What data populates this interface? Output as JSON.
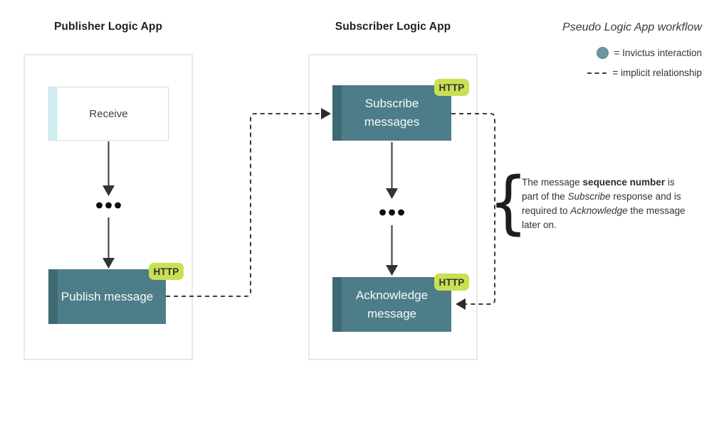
{
  "publisher": {
    "title": "Publisher Logic App",
    "receive_label": "Receive",
    "publish_label": "Publish message"
  },
  "subscriber": {
    "title": "Subscriber Logic App",
    "subscribe_label": "Subscribe messages",
    "acknowledge_label": "Acknowledge message"
  },
  "badges": {
    "http": "HTTP"
  },
  "legend": {
    "title": "Pseudo Logic App workflow",
    "invictus_label": "= Invictus interaction",
    "implicit_label": "= implicit relationship"
  },
  "annotation": {
    "line1_pre": "The message ",
    "line1_bold": "sequence number",
    "line1_post": " is",
    "line2_pre": "part of the ",
    "line2_italic": "Subscribe",
    "line2_post": " response and is",
    "line3_pre": "required to ",
    "line3_italic": "Acknowledge",
    "line3_post": " the message",
    "line4": "later on."
  },
  "icons": {
    "ellipsis": "more-steps-ellipsis",
    "legend_circle": "invictus-interaction-dot",
    "legend_dashes": "implicit-relationship-dashes",
    "brace": "annotation-brace"
  },
  "colors": {
    "teal": "#4d7d88",
    "teal_dark": "#3f6a73",
    "badge_green": "#c9e052",
    "receive_accent": "#cdeef2",
    "container_border": "#e8e8e8",
    "connector": "#3a3a3a",
    "legend_circle": "#6d95a0"
  }
}
